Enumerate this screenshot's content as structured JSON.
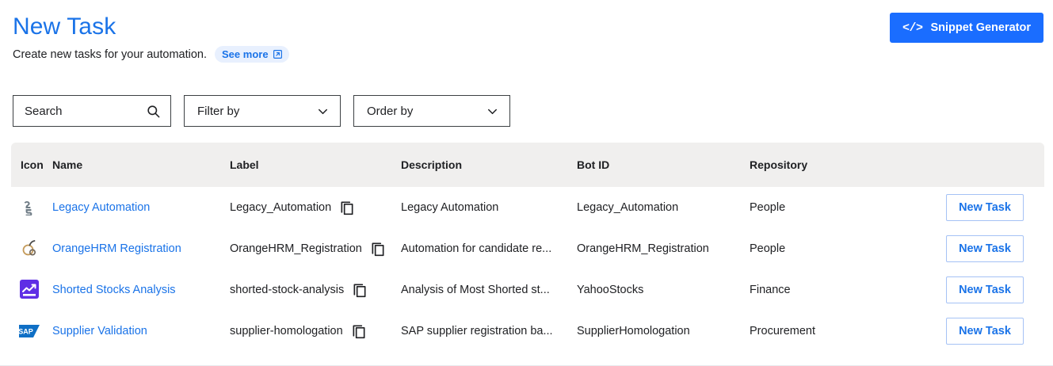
{
  "header": {
    "title": "New Task",
    "subtitle": "Create new tasks for your automation.",
    "see_more_label": "See more",
    "see_more_icon": "external-link-icon",
    "snippet_button_label": "Snippet Generator",
    "snippet_button_icon": "code-brackets-icon",
    "accent_color": "#1a73e8",
    "button_color": "#1a6dff"
  },
  "filters": {
    "search_placeholder": "Search",
    "search_value": "",
    "search_icon": "search-icon",
    "filter_by_label": "Filter by",
    "order_by_label": "Order by",
    "chevron_icon": "chevron-down-icon"
  },
  "table": {
    "columns": [
      "Icon",
      "Name",
      "Label",
      "Description",
      "Bot ID",
      "Repository"
    ],
    "action_label": "New Task",
    "copy_icon": "copy-icon",
    "rows": [
      {
        "icon": "legacy-automation-icon",
        "icon_color": "#6e7b85",
        "name": "Legacy Automation",
        "label": "Legacy_Automation",
        "description": "Legacy Automation",
        "bot_id": "Legacy_Automation",
        "repository": "People",
        "action": "New Task"
      },
      {
        "icon": "orangehrm-icon",
        "icon_color": "#c49a5a",
        "name": "OrangeHRM Registration",
        "label": "OrangeHRM_Registration",
        "description": "Automation for candidate re...",
        "bot_id": "OrangeHRM_Registration",
        "repository": "People",
        "action": "New Task"
      },
      {
        "icon": "yahoo-finance-icon",
        "icon_color": "#5f2ee5",
        "name": "Shorted Stocks Analysis",
        "label": "shorted-stock-analysis",
        "description": "Analysis of Most Shorted st...",
        "bot_id": "YahooStocks",
        "repository": "Finance",
        "action": "New Task"
      },
      {
        "icon": "sap-icon",
        "icon_color": "#0f6fc5",
        "name": "Supplier Validation",
        "label": "supplier-homologation",
        "description": "SAP supplier registration ba...",
        "bot_id": "SupplierHomologation",
        "repository": "Procurement",
        "action": "New Task"
      }
    ]
  }
}
